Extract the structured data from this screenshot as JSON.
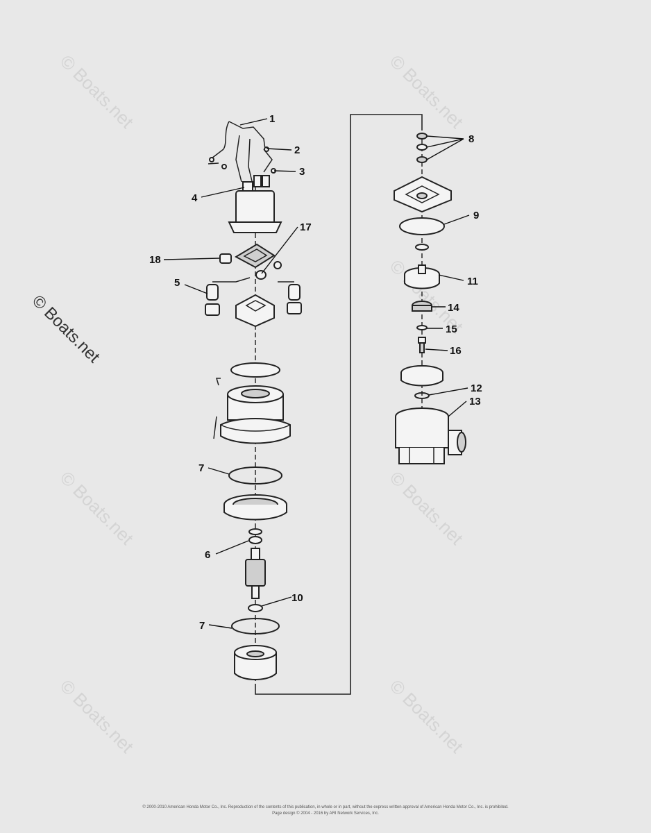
{
  "watermark": "© Boats.net",
  "callouts": [
    {
      "id": "1",
      "label": "1"
    },
    {
      "id": "2",
      "label": "2"
    },
    {
      "id": "3",
      "label": "3"
    },
    {
      "id": "4",
      "label": "4"
    },
    {
      "id": "5",
      "label": "5"
    },
    {
      "id": "6",
      "label": "6"
    },
    {
      "id": "7a",
      "label": "7"
    },
    {
      "id": "7b",
      "label": "7"
    },
    {
      "id": "7c",
      "label": "7"
    },
    {
      "id": "8",
      "label": "8"
    },
    {
      "id": "9",
      "label": "9"
    },
    {
      "id": "10",
      "label": "10"
    },
    {
      "id": "11",
      "label": "11"
    },
    {
      "id": "12",
      "label": "12"
    },
    {
      "id": "13",
      "label": "13"
    },
    {
      "id": "14",
      "label": "14"
    },
    {
      "id": "15",
      "label": "15"
    },
    {
      "id": "16",
      "label": "16"
    },
    {
      "id": "17",
      "label": "17"
    },
    {
      "id": "18",
      "label": "18"
    }
  ],
  "footer": {
    "line1": "© 2000-2010 American Honda Motor Co., Inc. Reproduction of the contents of this publication, in whole or in part, without the express written approval of American Honda Motor Co., Inc. is prohibited.",
    "line2": "Page design © 2004 - 2016 by ARI Network Services, Inc."
  }
}
